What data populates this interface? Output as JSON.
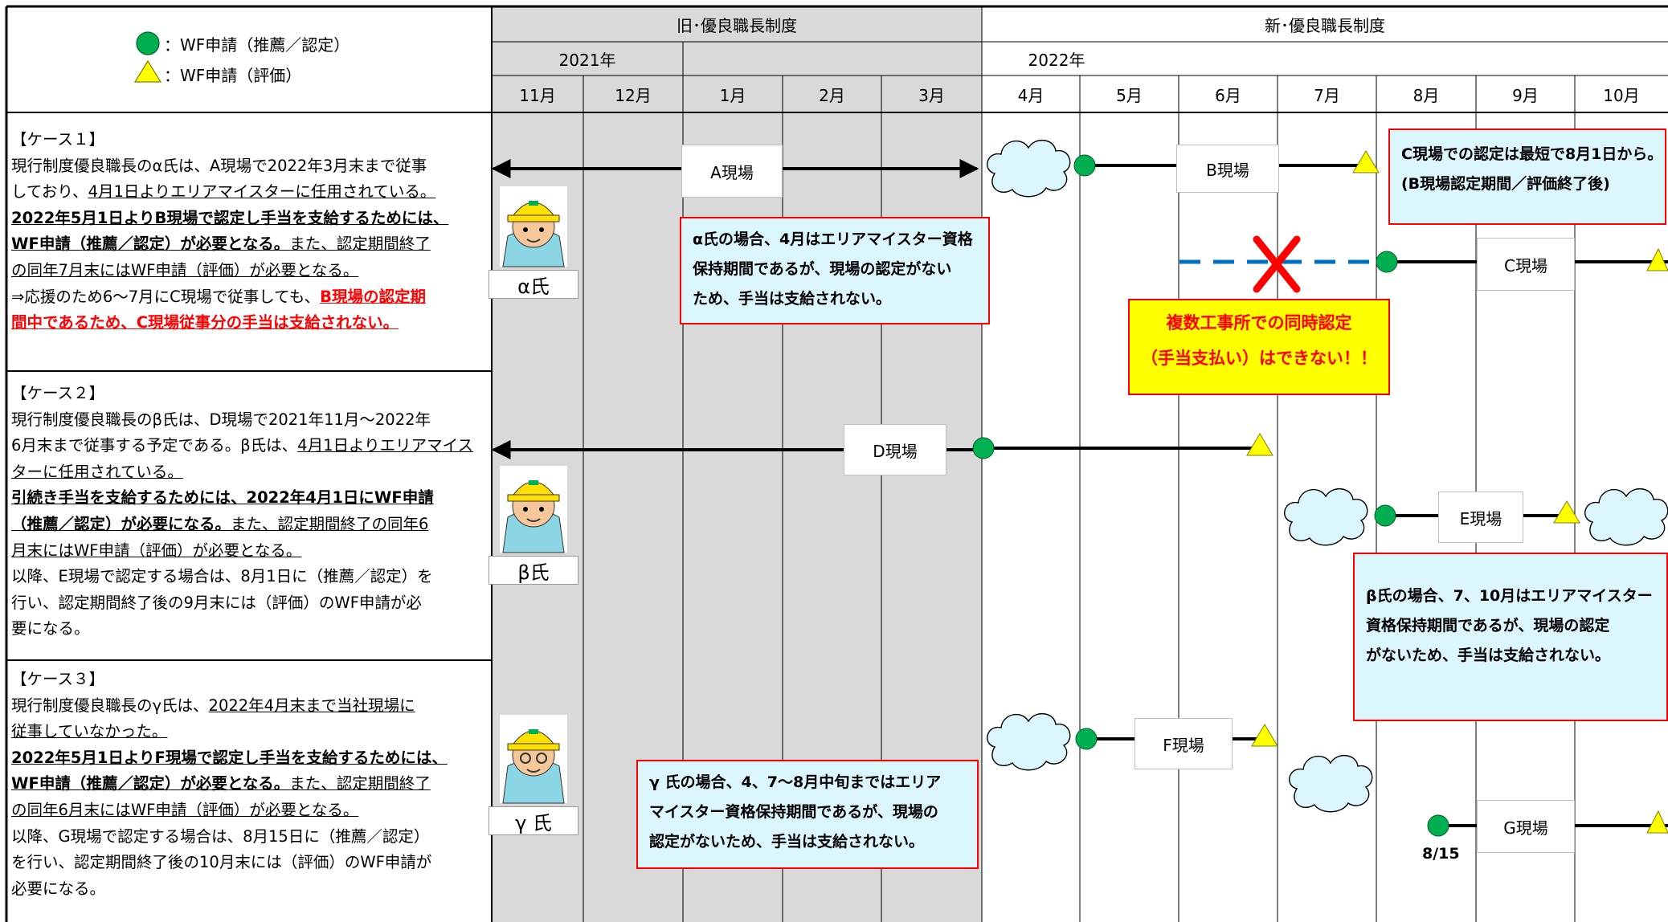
{
  "legend": {
    "circle_text": "：WF申請（推薦／認定）",
    "triangle_text": "：WF申請（評価）"
  },
  "header": {
    "old_system": "旧･優良職長制度",
    "new_system": "新･優良職長制度",
    "year_2021": "2021年",
    "year_2022": "2022年",
    "months": [
      "11月",
      "12月",
      "1月",
      "2月",
      "3月",
      "4月",
      "5月",
      "6月",
      "7月",
      "8月",
      "9月",
      "10月"
    ]
  },
  "cases": [
    {
      "lines": [
        [
          {
            "t": "【ケース１】"
          }
        ],
        [
          {
            "t": "現行制度優良職長のα氏は、A現場で2022年3月末まで従事"
          }
        ],
        [
          {
            "t": "しており、",
            "u": false
          },
          {
            "t": "4月1日よりエリアマイスターに任用されている。",
            "u": true
          }
        ],
        [
          {
            "t": "2022年5月1日よりB現場で認定し手当を支給するためには、",
            "u": true,
            "b": true
          }
        ],
        [
          {
            "t": "WF申請（推薦／認定）が必要となる。",
            "u": true,
            "b": true
          },
          {
            "t": "また、認定期間終了",
            "u": true
          }
        ],
        [
          {
            "t": "の同年7月末にはWF申請（評価）が必要となる。",
            "u": true
          }
        ],
        [
          {
            "t": "⇒応援のため6～7月にC現場で従事しても、"
          },
          {
            "t": "B現場の認定期",
            "u": true,
            "b": true,
            "r": true
          }
        ],
        [
          {
            "t": "間中であるため、C現場従事分の手当は支給されない。",
            "u": true,
            "b": true,
            "r": true
          }
        ]
      ]
    },
    {
      "lines": [
        [
          {
            "t": "【ケース２】"
          }
        ],
        [
          {
            "t": "現行制度優良職長のβ氏は、D現場で2021年11月～2022年"
          }
        ],
        [
          {
            "t": "6月末まで従事する予定である。β氏は、"
          },
          {
            "t": "4月1日よりエリアマイス",
            "u": true
          }
        ],
        [
          {
            "t": "ターに任用されている。",
            "u": true
          }
        ],
        [
          {
            "t": "引続き手当を支給するためには、2022年4月1日にWF申請",
            "u": true,
            "b": true
          }
        ],
        [
          {
            "t": "（推薦／認定）が必要になる。",
            "u": true,
            "b": true
          },
          {
            "t": "また、認定期間終了の同年6",
            "u": true
          }
        ],
        [
          {
            "t": "月末にはWF申請（評価）が必要となる。",
            "u": true
          }
        ],
        [
          {
            "t": "以降、E現場で認定する場合は、8月1日に（推薦／認定）を"
          }
        ],
        [
          {
            "t": "行い、認定期間終了後の9月末には（評価）のWF申請が必"
          }
        ],
        [
          {
            "t": "要になる。"
          }
        ]
      ]
    },
    {
      "lines": [
        [
          {
            "t": "【ケース３】"
          }
        ],
        [
          {
            "t": "現行制度優良職長のγ氏は、"
          },
          {
            "t": "2022年4月末まで当社現場に",
            "u": true
          }
        ],
        [
          {
            "t": "従事していなかった。",
            "u": true
          }
        ],
        [
          {
            "t": "2022年5月1日よりF現場で認定し手当を支給するためには、",
            "u": true,
            "b": true
          }
        ],
        [
          {
            "t": "WF申請（推薦／認定）が必要となる。",
            "u": true,
            "b": true
          },
          {
            "t": "また、認定期間終了",
            "u": true
          }
        ],
        [
          {
            "t": "の同年6月末にはWF申請（評価）が必要となる。",
            "u": true
          }
        ],
        [
          {
            "t": "以降、G現場で認定する場合は、8月15日に（推薦／認定）"
          }
        ],
        [
          {
            "t": "を行い、認定期間終了後の10月末には（評価）のWF申請が"
          }
        ],
        [
          {
            "t": "必要になる。"
          }
        ]
      ]
    }
  ],
  "persons": {
    "alpha": "α氏",
    "beta": "β氏",
    "gamma": "γ 氏"
  },
  "sites": {
    "A": "A現場",
    "B": "B現場",
    "C": "C現場",
    "D": "D現場",
    "E": "E現場",
    "F": "F現場",
    "G": "G現場"
  },
  "date_label": "8/15",
  "notes": {
    "alpha": [
      "α氏の場合、4月はエリアマイスター資格",
      "保持期間であるが、現場の認定がない",
      "ため、手当は支給されない。"
    ],
    "c_site": [
      "C現場での認定は最短で8月1日から。",
      "(B現場認定期間／評価終了後)"
    ],
    "multi": [
      "複数工事所での同時認定",
      "（手当支払い）はできない！！"
    ],
    "beta": [
      "β氏の場合、7、10月はエリアマイスター",
      "資格保持期間であるが、現場の認定",
      "がないため、手当は支給されない。"
    ],
    "gamma": [
      "γ 氏の場合、4、7～8月中旬まではエリア",
      "マイスター資格保持期間であるが、現場の",
      "認定がないため、手当は支給されない。"
    ]
  },
  "colors": {
    "old_period_shade": "#d9d9d9",
    "circle": "#00b050",
    "triangle": "#ffff00",
    "note_cyan": "#dbf6fc",
    "note_border": "#ff0000",
    "dashed_line": "#0070c0",
    "cross": "#ff0000"
  }
}
